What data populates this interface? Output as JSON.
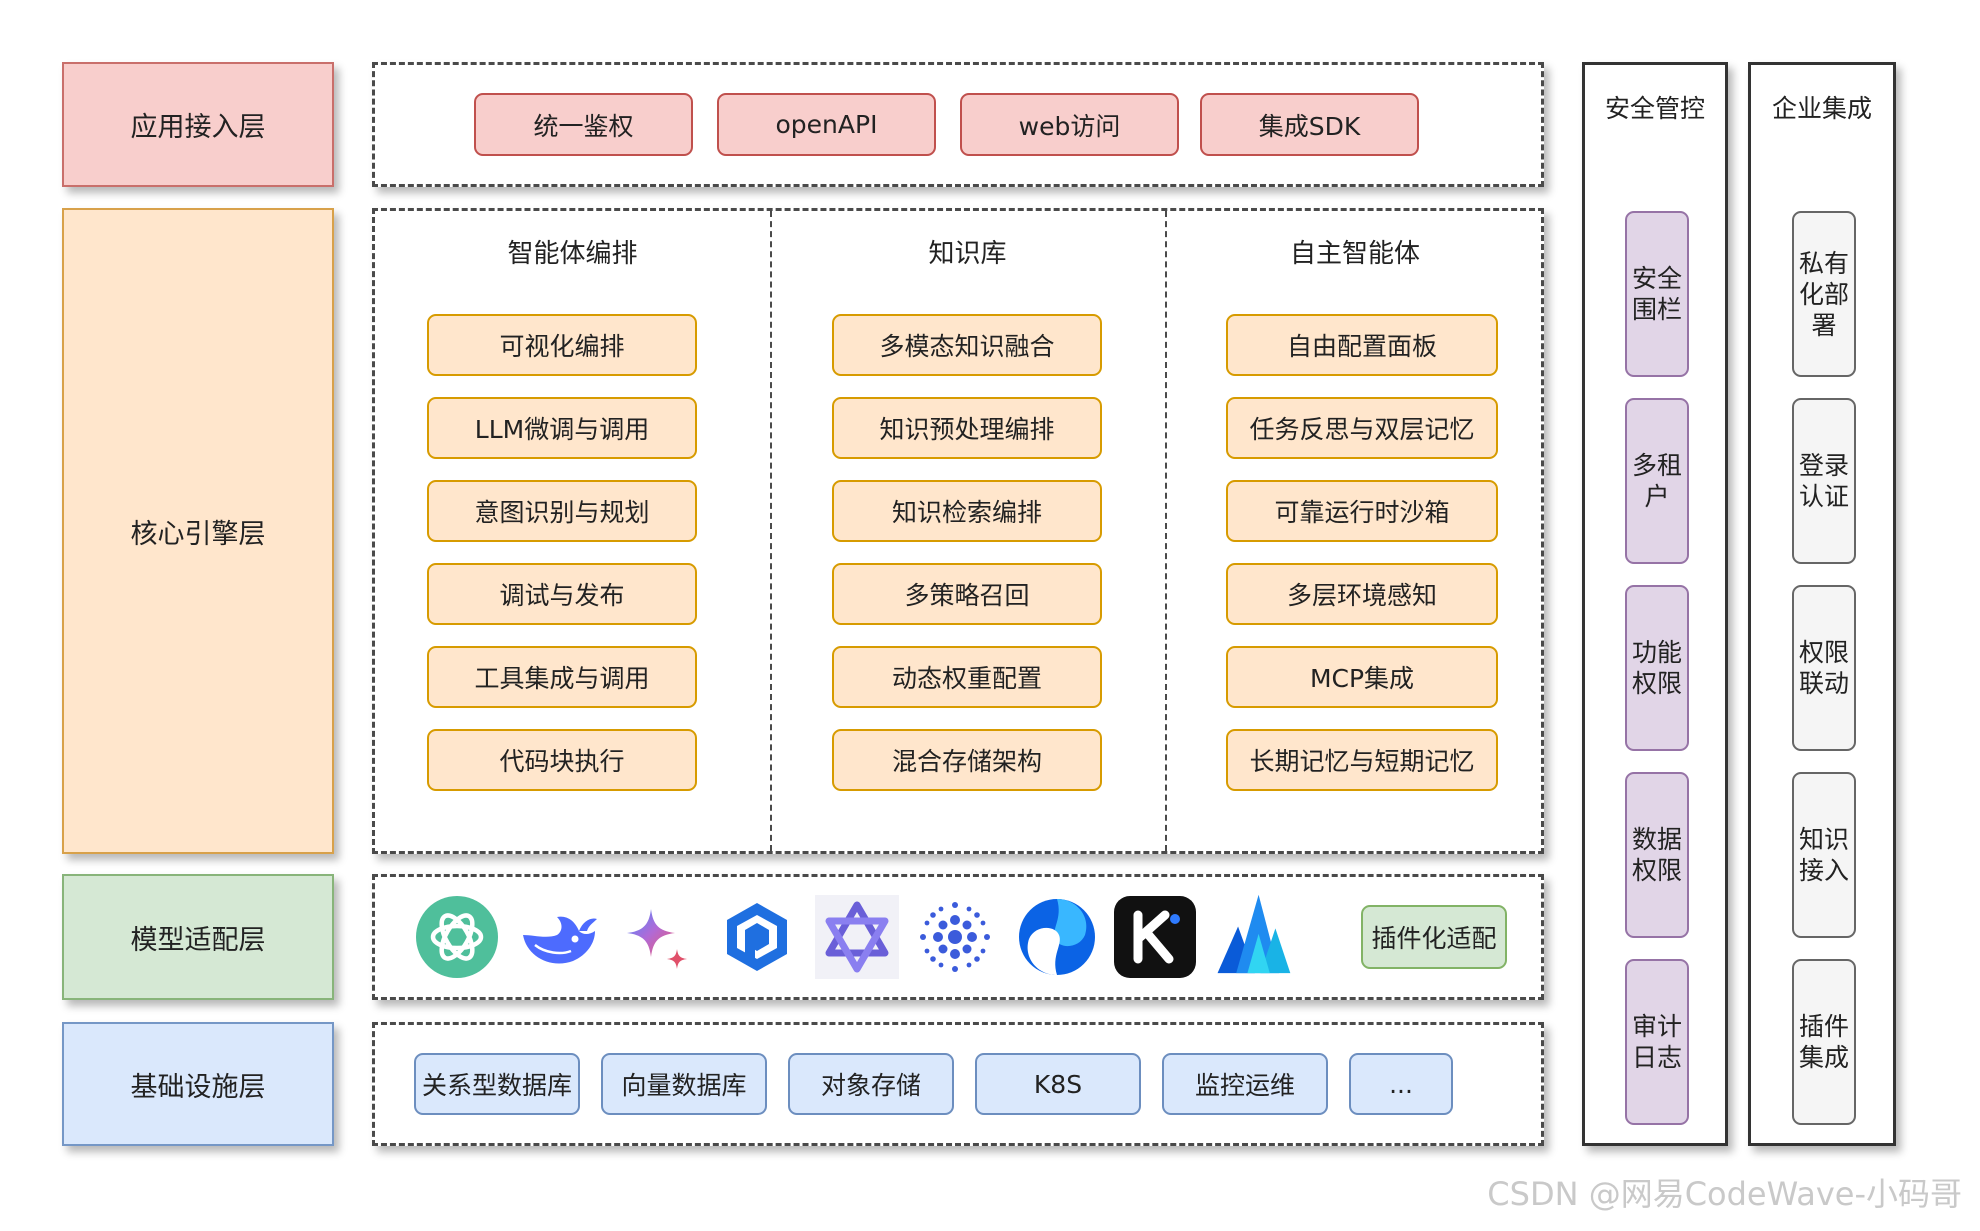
{
  "layers": {
    "app": "应用接入层",
    "core": "核心引擎层",
    "model": "模型适配层",
    "infra": "基础设施层"
  },
  "app_items": [
    "统一鉴权",
    "openAPI",
    "web访问",
    "集成SDK"
  ],
  "core_columns": [
    {
      "title": "智能体编排",
      "items": [
        "可视化编排",
        "LLM微调与调用",
        "意图识别与规划",
        "调试与发布",
        "工具集成与调用",
        "代码块执行"
      ]
    },
    {
      "title": "知识库",
      "items": [
        "多模态知识融合",
        "知识预处理编排",
        "知识检索编排",
        "多策略召回",
        "动态权重配置",
        "混合存储架构"
      ]
    },
    {
      "title": "自主智能体",
      "items": [
        "自由配置面板",
        "任务反思与双层记忆",
        "可靠运行时沙箱",
        "多层环境感知",
        "MCP集成",
        "长期记忆与短期记忆"
      ]
    }
  ],
  "model_logos": [
    "openai-icon",
    "deepseek-icon",
    "gemini-icon",
    "doubao-icon",
    "qwen-icon",
    "wenxin-icon",
    "hunyuan-icon",
    "kimi-icon",
    "zhipu-icon"
  ],
  "model_plugin": "插件化适配",
  "infra_items": [
    "关系型数据库",
    "向量数据库",
    "对象存储",
    "K8S",
    "监控运维",
    "..."
  ],
  "security": {
    "title": "安全管控",
    "items": [
      "安全\n围栏",
      "多租\n户",
      "功能\n权限",
      "数据\n权限",
      "审计\n日志"
    ]
  },
  "enterprise": {
    "title": "企业集成",
    "items": [
      "私有\n化部\n署",
      "登录\n认证",
      "权限\n联动",
      "知识\n接入",
      "插件\n集成"
    ]
  },
  "watermark": "CSDN @网易CodeWave-小码哥",
  "colors": {
    "red_fill": "#f8cecc",
    "orange_fill": "#ffe6cc",
    "green_fill": "#d5e8d4",
    "blue_fill": "#dae8fc",
    "purple_fill": "#e1d5e7",
    "gray_fill": "#f5f5f5"
  }
}
